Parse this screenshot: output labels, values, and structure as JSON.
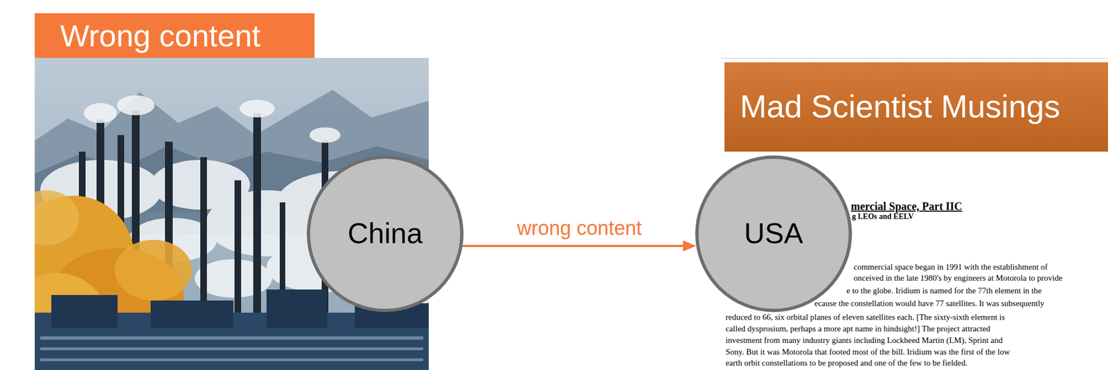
{
  "diagram": {
    "title": "Wrong content",
    "nodes": [
      {
        "text": [
          "China"
        ]
      },
      {
        "text": [
          "USA"
        ]
      }
    ],
    "edges": [
      {
        "from": 0,
        "to": 1,
        "label": "wrong content",
        "arrow": "to"
      }
    ],
    "labels": [
      "Mad Scientist Musings",
      "mercial Space, Part IIC",
      "g LEOs and EELV",
      "commercial space began in 1991 with the establishment of",
      "onceived in the late 1980's by engineers at Motorola to provide",
      "e to the globe. Iridium is named for the 77th element in the",
      "ecause the constellation would have 77 satellites. It was subsequently",
      "reduced to 66, six orbital planes of eleven satellites each. [The sixty-sixth element is",
      "called dysprosium, perhaps a more apt name in hindsight!] The project attracted",
      "investment from many industry giants including Lockheed Martin (LM), Sprint and",
      "Sony. But it was Motorola that footed most of the bill. Iridium was the first of the low",
      "earth orbit constellations to be proposed and one of the few to be fielded."
    ]
  }
}
